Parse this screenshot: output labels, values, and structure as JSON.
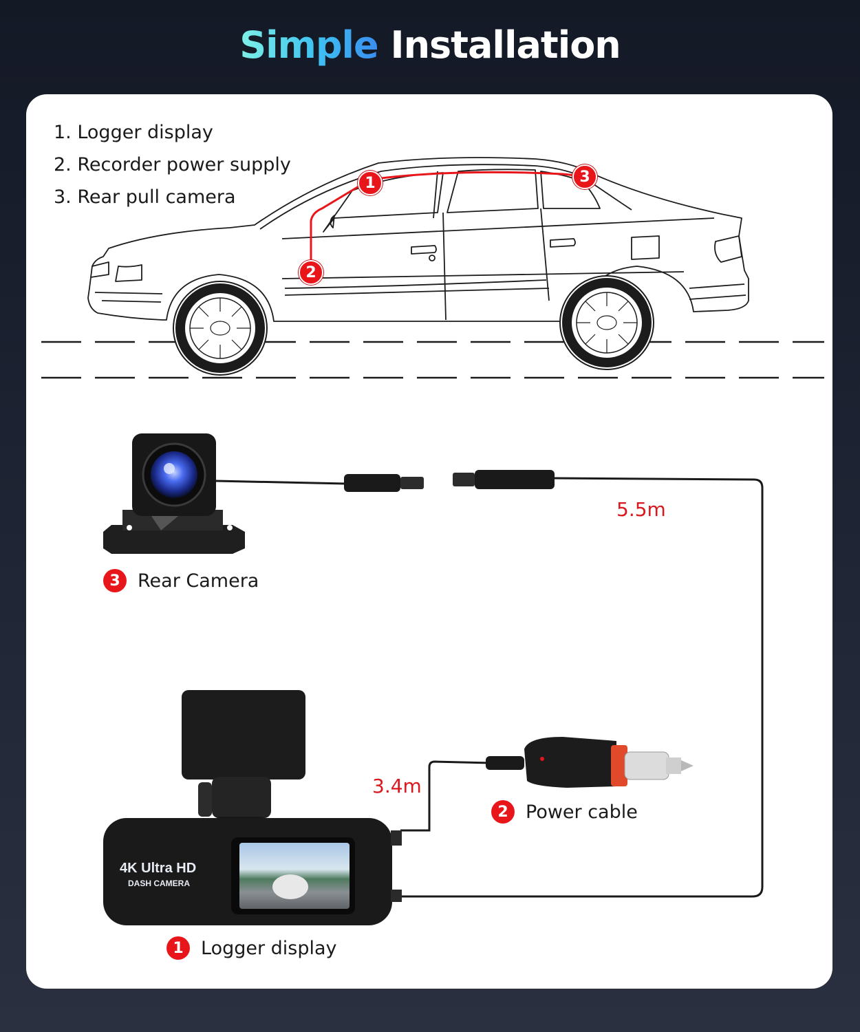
{
  "header": {
    "title_accent": "Simple",
    "title_rest": "Installation"
  },
  "legend": {
    "items": [
      "1. Logger display",
      "2. Recorder power supply",
      "3. Rear pull camera"
    ]
  },
  "car_markers": [
    "1",
    "2",
    "3"
  ],
  "components": {
    "rear_camera": {
      "number": "3",
      "label": "Rear Camera"
    },
    "power_cable": {
      "number": "2",
      "label": "Power cable"
    },
    "logger_display": {
      "number": "1",
      "label": "Logger display"
    }
  },
  "cable_lengths": {
    "rear": "5.5m",
    "power": "3.4m"
  },
  "dashcam_badge": {
    "line1": "4K Ultra HD",
    "line2": "DASH CAMERA"
  },
  "colors": {
    "accent_red": "#e8161b",
    "title_gradient": [
      "#7ff0e6",
      "#3a8df0"
    ]
  }
}
